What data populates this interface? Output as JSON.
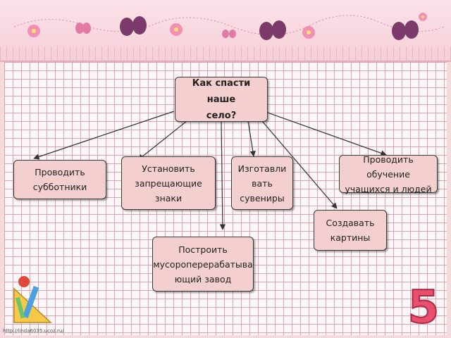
{
  "diagram": {
    "root": "Как спасти наше\nсело?",
    "nodes": {
      "subbotniki": "Проводить\nсубботники",
      "signs": "Установить\nзапрещающие\nзнаки",
      "souvenirs": "Изготавли\nвать\nсувениры",
      "training": "Проводить обучение\nучащихся и людей",
      "pictures": "Создавать\nкартины",
      "plant": "Построить\nмусороперерабатыва\nющий завод"
    }
  },
  "footer": {
    "url": "http://linda6035.ucoz.ru/"
  },
  "decor": {
    "big_number": "5"
  },
  "colors": {
    "node_fill": "#f3cfcf",
    "header": "#f6cfd8",
    "grid": "#d9a5b1",
    "number": "#e94f6f"
  }
}
